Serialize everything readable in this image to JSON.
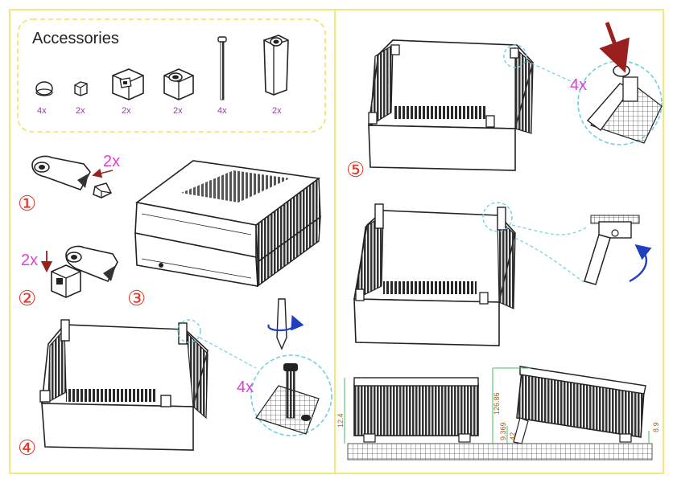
{
  "accessories": {
    "title": "Accessories",
    "items": [
      {
        "icon": "rubber-foot-icon",
        "qty": "4x"
      },
      {
        "icon": "small-block-icon",
        "qty": "2x"
      },
      {
        "icon": "square-insert-icon",
        "qty": "2x"
      },
      {
        "icon": "round-insert-icon",
        "qty": "2x"
      },
      {
        "icon": "screw-icon",
        "qty": "4x"
      },
      {
        "icon": "tilt-foot-icon",
        "qty": "2x"
      }
    ]
  },
  "steps": {
    "s1": {
      "number": "①",
      "qty": "2x"
    },
    "s2": {
      "number": "②",
      "qty": "2x"
    },
    "s3": {
      "number": "③"
    },
    "s4": {
      "number": "④",
      "qty": "4x"
    },
    "s5": {
      "number": "⑤",
      "qty": "4x"
    }
  },
  "dimensions": {
    "d1": "12.4",
    "d2": "126.86",
    "d3": "9.369",
    "d4": "42",
    "d5": "8.9"
  },
  "colors": {
    "frame": "#f0e25a",
    "accent": "#e040d8",
    "step_number": "#e03a2a",
    "highlight": "#6fd0e0",
    "arrow": "#9a2020",
    "rotate_arrow": "#2040c0",
    "dim": "#40c060"
  }
}
